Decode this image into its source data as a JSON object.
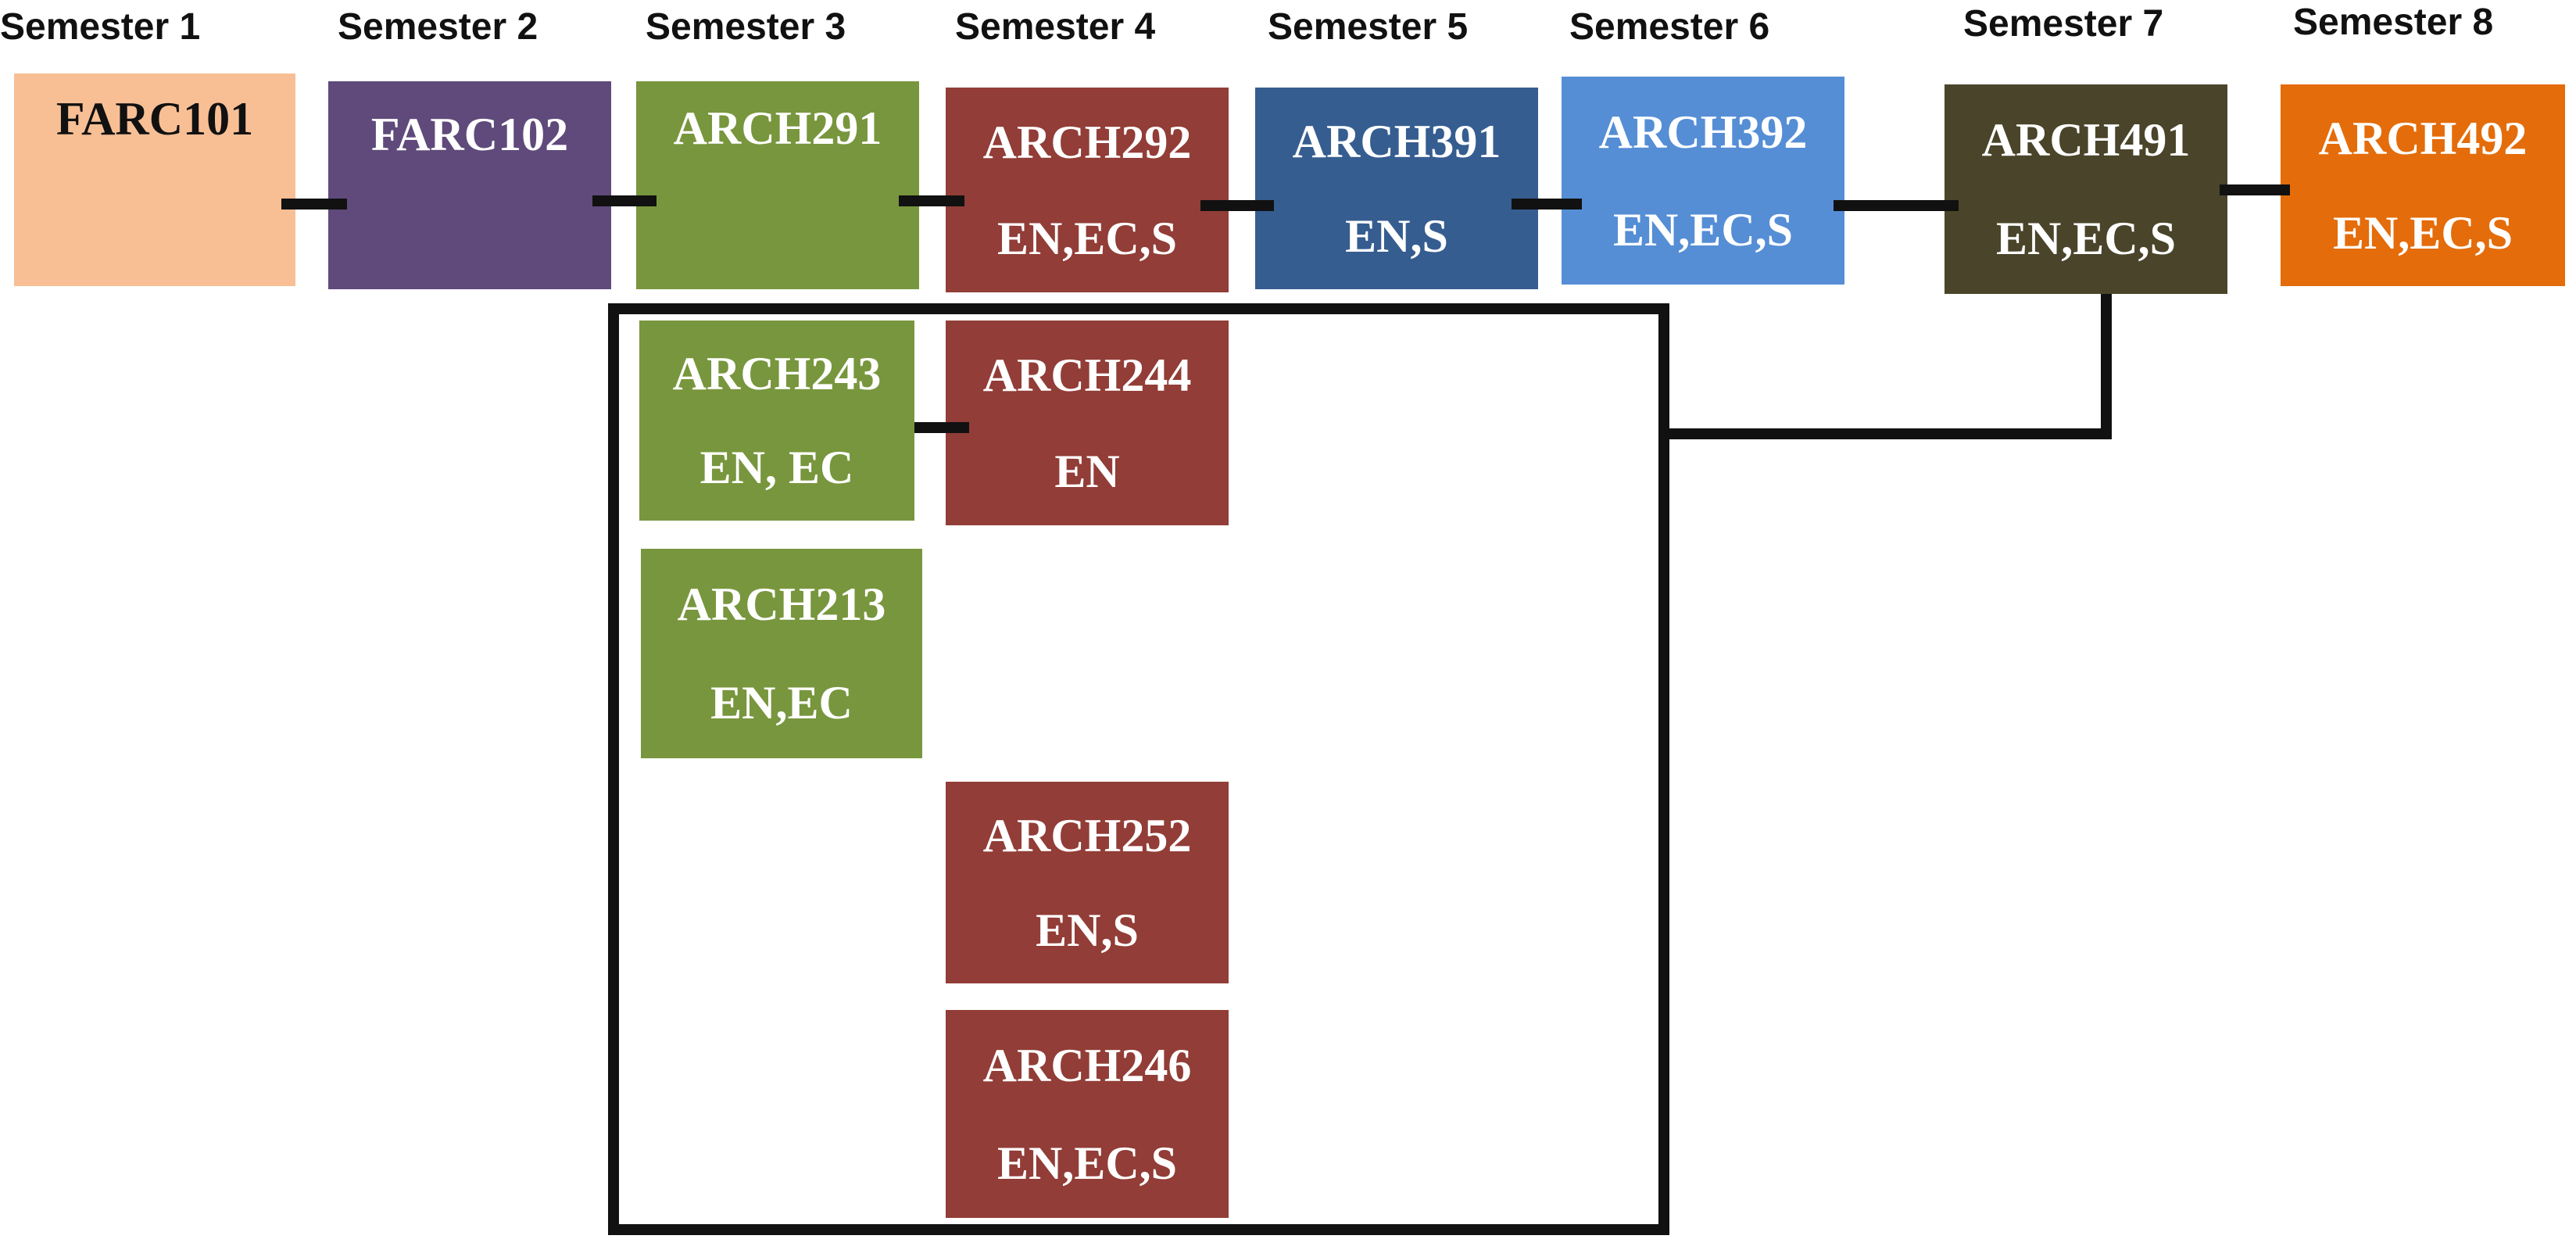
{
  "colors": {
    "semester1": "#f8bf95",
    "semester2": "#5f4a7b",
    "semester3": "#78963d",
    "semester4": "#923d37",
    "semester5": "#365d90",
    "semester6": "#558ed5",
    "semester7": "#4a452a",
    "semester8": "#e46c0a",
    "line": "#111111"
  },
  "semesters": [
    "Semester 1",
    "Semester 2",
    "Semester 3",
    "Semester 4",
    "Semester 5",
    "Semester 6",
    "Semester 7",
    "Semester 8"
  ],
  "courses": {
    "farc101": {
      "code": "FARC101",
      "tags": ""
    },
    "farc102": {
      "code": "FARC102",
      "tags": ""
    },
    "arch291": {
      "code": "ARCH291",
      "tags": ""
    },
    "arch292": {
      "code": "ARCH292",
      "tags": "EN,EC,S"
    },
    "arch391": {
      "code": "ARCH391",
      "tags": "EN,S"
    },
    "arch392": {
      "code": "ARCH392",
      "tags": "EN,EC,S"
    },
    "arch491": {
      "code": "ARCH491",
      "tags": "EN,EC,S"
    },
    "arch492": {
      "code": "ARCH492",
      "tags": "EN,EC,S"
    },
    "arch243": {
      "code": "ARCH243",
      "tags": "EN, EC"
    },
    "arch244": {
      "code": "ARCH244",
      "tags": "EN"
    },
    "arch213": {
      "code": "ARCH213",
      "tags": "EN,EC"
    },
    "arch252": {
      "code": "ARCH252",
      "tags": "EN,S"
    },
    "arch246": {
      "code": "ARCH246",
      "tags": "EN,EC,S"
    }
  }
}
